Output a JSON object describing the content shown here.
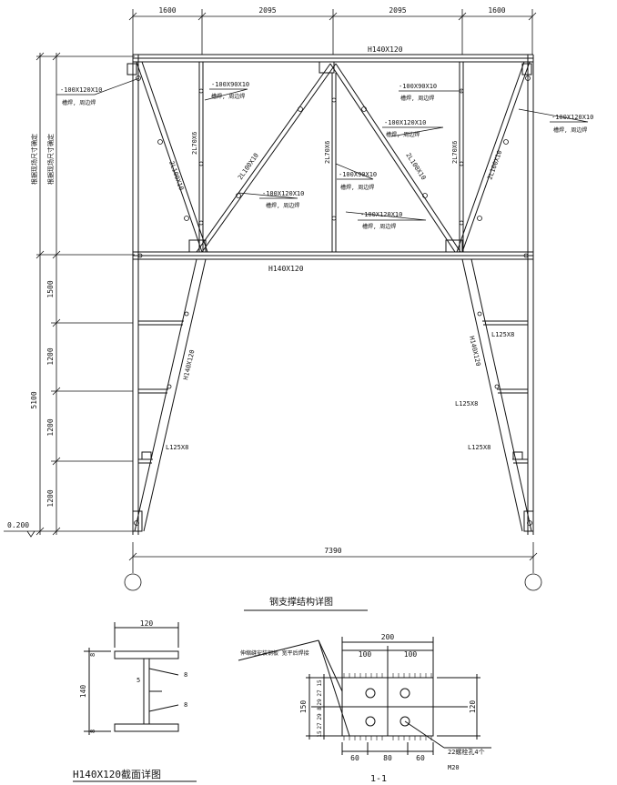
{
  "dims_top": [
    "1600",
    "2095",
    "2095",
    "1600"
  ],
  "top_beam_label": "H140X120",
  "mid_beam_label": "H140X120",
  "plate_labels": {
    "p1": "-100X120X10",
    "p2": "-100X90X10",
    "p3": "-100X120X10",
    "p4": "-100X90X10",
    "p5": "-100X120X10",
    "p6": "-100X90X10",
    "p7": "-100X120X10",
    "p8": "-100X120X10"
  },
  "weld_note": "槽焊, 周边焊",
  "member_labels": {
    "brace_left_outer": "2L100X10",
    "brace_left_inner": "2L100X10",
    "brace_right_inner": "2L100X10",
    "brace_right_outer": "2L100X10",
    "vert_left": "2L70X6",
    "vert_center": "2L70X6",
    "vert_right": "2L70X6",
    "diag_left": "H140X120",
    "diag_right": "H140X120",
    "angle_r1": "L125X8",
    "angle_r2": "L125X8",
    "angle_r3": "L125X8",
    "angle_l3": "L125X8"
  },
  "vertical_note": "根据现场尺寸确定",
  "dims_left": [
    "1500",
    "1200",
    "1200",
    "1200"
  ],
  "dim_total_height": "5100",
  "elevation": "0.200",
  "dim_total_width": "7390",
  "title_main": "钢支撑结构详图",
  "section_h": {
    "width": "120",
    "height": "140",
    "web": "5",
    "weld1": "8",
    "weld2": "8",
    "flange": "8",
    "title": "H140X120截面详图"
  },
  "section_11": {
    "dim_200": "200",
    "dim_100a": "100",
    "dim_100b": "100",
    "note": "伸缩缝安装钢板 宽平后焊接",
    "vdims": [
      "15",
      "27",
      "29",
      "8",
      "29",
      "27",
      "15"
    ],
    "dim_150": "150",
    "dim_120": "120",
    "bottom": [
      "60",
      "80",
      "60"
    ],
    "bolt_note": "22螺栓孔4个",
    "bolt": "M20",
    "title": "1-1"
  }
}
